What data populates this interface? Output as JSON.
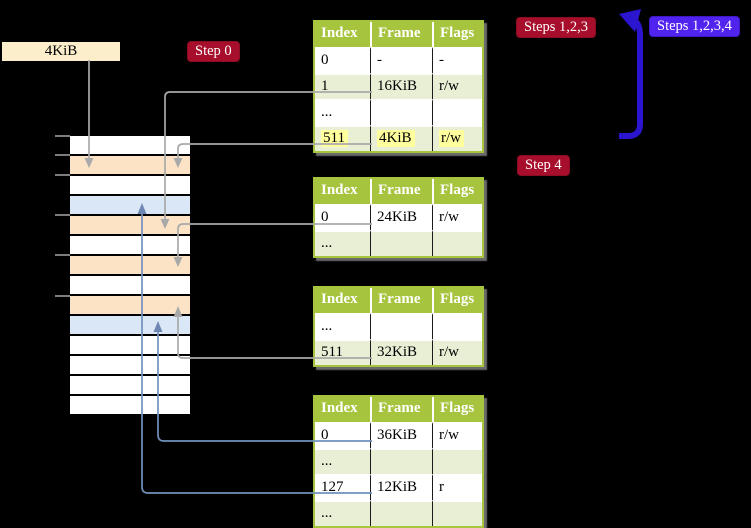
{
  "labels": {
    "page_size": "4KiB",
    "step0": "Step 0",
    "steps123": "Steps 1,2,3",
    "steps1234": "Steps 1,2,3,4",
    "step4": "Step 4"
  },
  "colors": {
    "background": "#000000",
    "table_header_bg": "#a6c43d",
    "table_row_shaded": "#e8efd5",
    "highlight_yellow": "#ffff9e",
    "memory_frame_peach": "#fce3c5",
    "memory_frame_blue": "#dae7f6",
    "label_crimson": "#a60e2b",
    "label_blueviolet": "#5123ee",
    "thick_arrow_blue": "#2c15cf",
    "connector_gray": "#a9a9a9",
    "connector_blue": "#7191bd",
    "page_size_box_bg": "#fceeca"
  },
  "tables": [
    {
      "name": "page-table-top",
      "headers": [
        "Index",
        "Frame",
        "Flags"
      ],
      "rows": [
        {
          "index": "0",
          "frame": "-",
          "flags": "-",
          "shaded": false,
          "highlighted": false
        },
        {
          "index": "1",
          "frame": "16KiB",
          "flags": "r/w",
          "shaded": true,
          "highlighted": false
        },
        {
          "index": "...",
          "frame": "",
          "flags": "",
          "shaded": false,
          "highlighted": false
        },
        {
          "index": "511",
          "frame": "4KiB",
          "flags": "r/w",
          "shaded": true,
          "highlighted": true
        }
      ]
    },
    {
      "name": "page-table-second",
      "headers": [
        "Index",
        "Frame",
        "Flags"
      ],
      "rows": [
        {
          "index": "0",
          "frame": "24KiB",
          "flags": "r/w",
          "shaded": false,
          "highlighted": false
        },
        {
          "index": "...",
          "frame": "",
          "flags": "",
          "shaded": true,
          "highlighted": false
        }
      ]
    },
    {
      "name": "page-table-third",
      "headers": [
        "Index",
        "Frame",
        "Flags"
      ],
      "rows": [
        {
          "index": "...",
          "frame": "",
          "flags": "",
          "shaded": false,
          "highlighted": false
        },
        {
          "index": "511",
          "frame": "32KiB",
          "flags": "r/w",
          "shaded": true,
          "highlighted": false
        }
      ]
    },
    {
      "name": "page-table-bottom",
      "headers": [
        "Index",
        "Frame",
        "Flags"
      ],
      "rows": [
        {
          "index": "0",
          "frame": "36KiB",
          "flags": "r/w",
          "shaded": false,
          "highlighted": false
        },
        {
          "index": "...",
          "frame": "",
          "flags": "",
          "shaded": true,
          "highlighted": false
        },
        {
          "index": "127",
          "frame": "12KiB",
          "flags": "r",
          "shaded": false,
          "highlighted": false
        },
        {
          "index": "...",
          "frame": "",
          "flags": "",
          "shaded": true,
          "highlighted": false
        }
      ]
    }
  ],
  "memory_column": {
    "rows": [
      {
        "color": "white"
      },
      {
        "color": "peach"
      },
      {
        "color": "white"
      },
      {
        "color": "blue"
      },
      {
        "color": "peach"
      },
      {
        "color": "white"
      },
      {
        "color": "peach"
      },
      {
        "color": "white"
      },
      {
        "color": "peach"
      },
      {
        "color": "blue"
      },
      {
        "color": "white"
      },
      {
        "color": "white"
      },
      {
        "color": "white"
      },
      {
        "color": "white"
      }
    ]
  },
  "connectors": [
    {
      "from": "page-size-box",
      "to": "memory-frame-row-2",
      "style": "gray-arrow-down"
    },
    {
      "from": "table-top-row-1-16KiB",
      "to": "memory-frame-row-5",
      "style": "gray-arrow-down"
    },
    {
      "from": "table-top-row-511-4KiB",
      "to": "memory-frame-row-2",
      "style": "gray-arrow-down"
    },
    {
      "from": "table-second-row-0-24KiB",
      "to": "memory-frame-row-7",
      "style": "gray-arrow-down"
    },
    {
      "from": "table-third-row-511-32KiB",
      "to": "memory-frame-row-9",
      "style": "gray-arrow-up"
    },
    {
      "from": "table-bottom-row-0-36KiB",
      "to": "memory-frame-row-10",
      "style": "blue-arrow-up"
    },
    {
      "from": "table-bottom-row-127-12KiB",
      "to": "memory-frame-row-4",
      "style": "blue-arrow-up"
    },
    {
      "from": "step4-area",
      "to": "table-top",
      "style": "thick-blue-loop-arrow"
    }
  ]
}
